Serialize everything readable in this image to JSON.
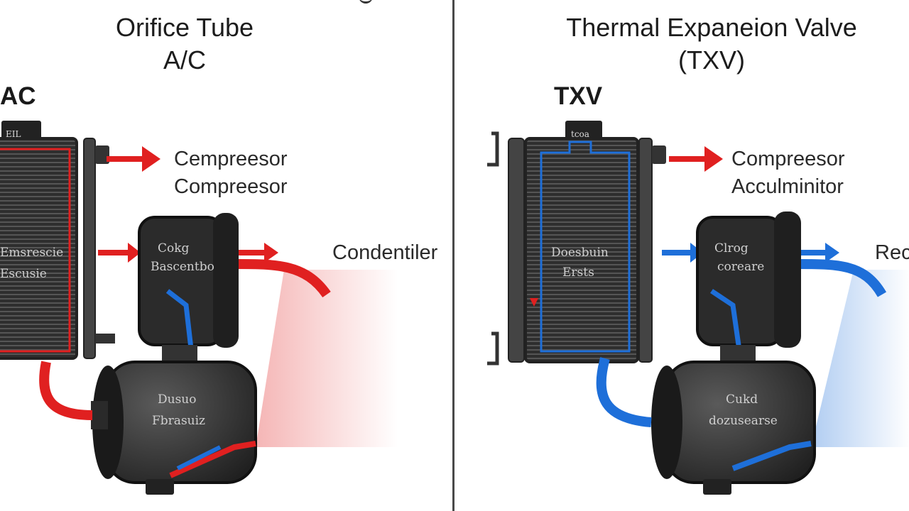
{
  "left": {
    "title_line1": "Orifice Tube",
    "title_line2": "A/C",
    "corner_label": "AC",
    "label_arrow_top_1": "Cempreesor",
    "label_arrow_top_2": "Compreesor",
    "label_condenser": "Condentiler",
    "core_label_1": "Emsrescie",
    "core_label_2": "Escusie",
    "box_label_1": "Cokg",
    "box_label_2": "Bascentbo",
    "drum_label_1": "Dusuo",
    "drum_label_2": "Fbrasuiz",
    "valve_tag": "EIL"
  },
  "right": {
    "title_line1": "Thermal Expaneion Valve",
    "title_line2": "(TXV)",
    "corner_label": "TXV",
    "label_arrow_top_1": "Compreesor",
    "label_arrow_top_2": "Acculminitor",
    "label_edge": "Rec",
    "core_label_1": "Doesbuin",
    "core_label_2": "Ersts",
    "box_label_1": "Clrog",
    "box_label_2": "coreare",
    "drum_label_1": "Cukd",
    "drum_label_2": "dozusearse",
    "valve_tag": "tcoa"
  },
  "colors": {
    "hot": "#e02020",
    "cold": "#1e6fd9",
    "metal": "#3a3a3a"
  }
}
